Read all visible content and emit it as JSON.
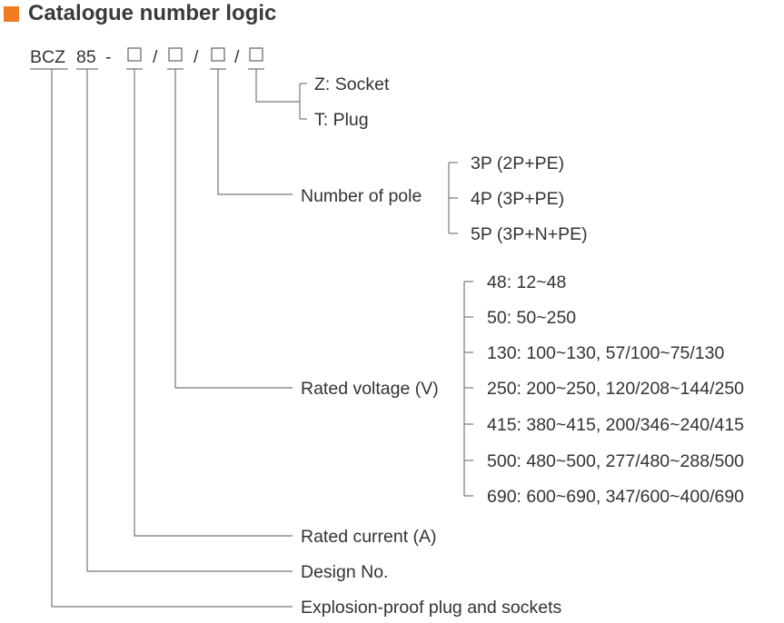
{
  "header": {
    "title": "Catalogue number logic",
    "accent_color": "#f07c22"
  },
  "code": {
    "prefix": "BCZ",
    "design": "85",
    "dash": "-",
    "slash": "/",
    "placeholder_box": "□"
  },
  "socket_type": {
    "options": [
      "Z: Socket",
      "T: Plug"
    ]
  },
  "poles": {
    "label": "Number of pole",
    "options": [
      "3P (2P+PE)",
      "4P (3P+PE)",
      "5P (3P+N+PE)"
    ]
  },
  "voltage": {
    "label": "Rated voltage (V)",
    "options": [
      "48: 12~48",
      "50: 50~250",
      "130: 100~130, 57/100~75/130",
      "250: 200~250, 120/208~144/250",
      "415: 380~415, 200/346~240/415",
      "500: 480~500, 277/480~288/500",
      "690: 600~690, 347/600~400/690"
    ]
  },
  "current": {
    "label": "Rated current (A)"
  },
  "design_no": {
    "label": "Design No."
  },
  "product": {
    "label": "Explosion-proof plug and sockets"
  }
}
